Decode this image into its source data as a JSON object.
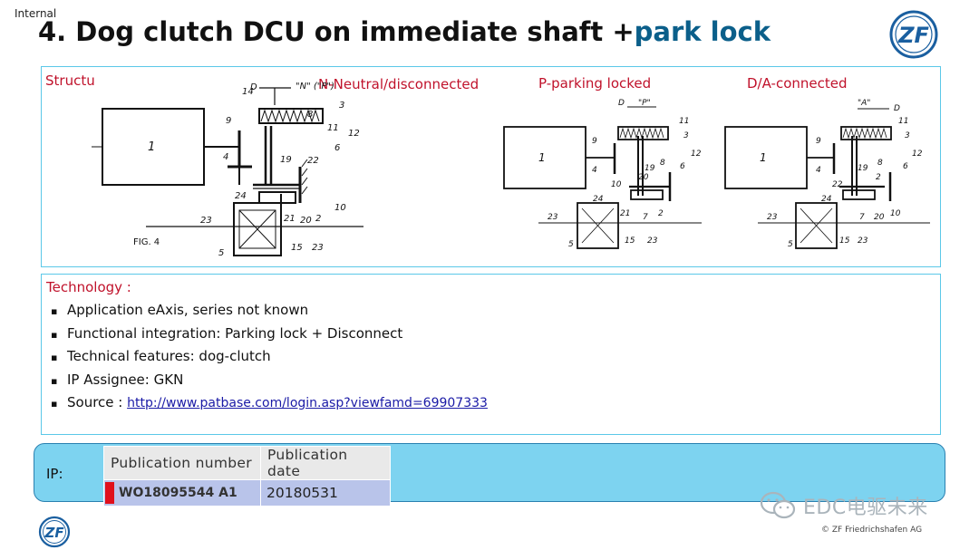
{
  "header": {
    "internal_tag": "Internal",
    "title_black": "4. Dog clutch  DCU on immediate shaft +",
    "title_blue": "park lock",
    "logo_text": "ZF"
  },
  "structure": {
    "label": "Structu",
    "states": {
      "neutral": "N-Neutral/disconnected",
      "parking": "P-parking locked",
      "connected": "D/A-connected"
    },
    "fig_label": "FIG. 4"
  },
  "technology": {
    "title": "Technology :",
    "items": [
      "Application eAxis, series not known",
      "Functional integration: Parking lock + Disconnect",
      "Technical features: dog-clutch",
      "IP Assignee: GKN"
    ],
    "source_label": "Source :",
    "source_url": "http://www.patbase.com/login.asp?viewfamd=69907333",
    "bullet": "▪"
  },
  "ip": {
    "label": "IP:",
    "headers": [
      "Publication number",
      "Publication date"
    ],
    "publication_number": "WO18095544 A1",
    "publication_date": "20180531"
  },
  "footer": {
    "watermark": "EDC电驱未来",
    "copyright": "© ZF Friedrichshafen AG"
  },
  "colors": {
    "title_blue": "#0b5f8a",
    "label_red": "#c0122b",
    "box_border": "#5bc8e8",
    "ip_bar": "#7dd3f0"
  }
}
